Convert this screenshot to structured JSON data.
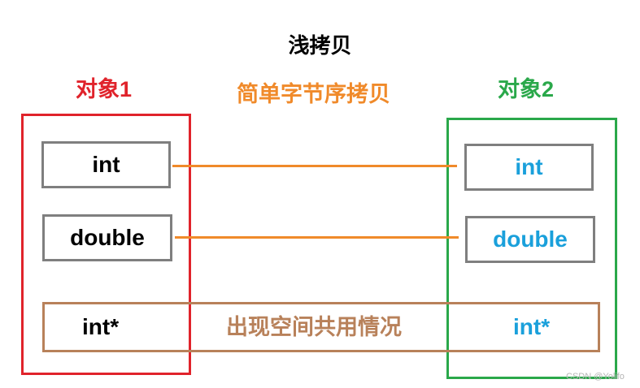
{
  "title": "浅拷贝",
  "subtitle": "简单字节序拷贝",
  "shared_note": "出现空间共用情况",
  "object1": {
    "label": "对象1",
    "fields": [
      "int",
      "double",
      "int*"
    ]
  },
  "object2": {
    "label": "对象2",
    "fields": [
      "int",
      "double",
      "int*"
    ]
  },
  "watermark": "CSDN @Yolifo",
  "colors": {
    "object1_border": "#e0232b",
    "object2_border": "#2aa84a",
    "copy_line": "#f08a2a",
    "subtitle": "#f08a2a",
    "shared_band": "#b8815a",
    "object2_text": "#1aa0db",
    "field_border": "#7f7f7f"
  }
}
